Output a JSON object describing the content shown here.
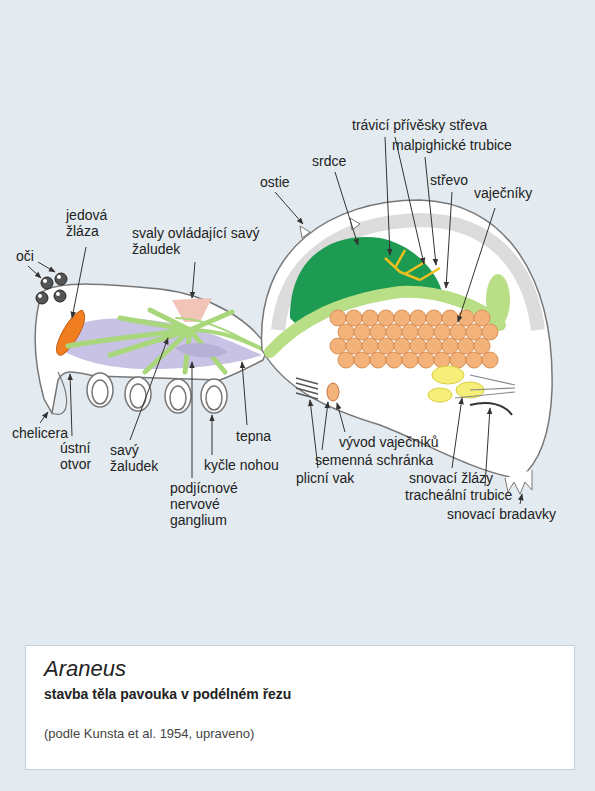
{
  "diagram": {
    "nodes": [
      {
        "text": [
          "Araneus",
          "stavba těla pavouka v podélném řezu",
          "(podle Kunsta et al. 1954, upraveno)"
        ]
      }
    ],
    "labels": [
      "oči",
      "jedová žláza",
      "svaly ovládající savý žaludek",
      "ostie",
      "srdce",
      "trávicí přívěsky střeva",
      "malpighické trubice",
      "střevo",
      "vaječníky",
      "chelicera",
      "ústní otvor",
      "savý žaludek",
      "podjícnové nervové ganglium",
      "kyčle nohou",
      "tepna",
      "vývod vaječníků",
      "semenná schránka",
      "plicní vak",
      "snovací žlázy",
      "tracheální trubice",
      "snovací bradavky"
    ]
  }
}
